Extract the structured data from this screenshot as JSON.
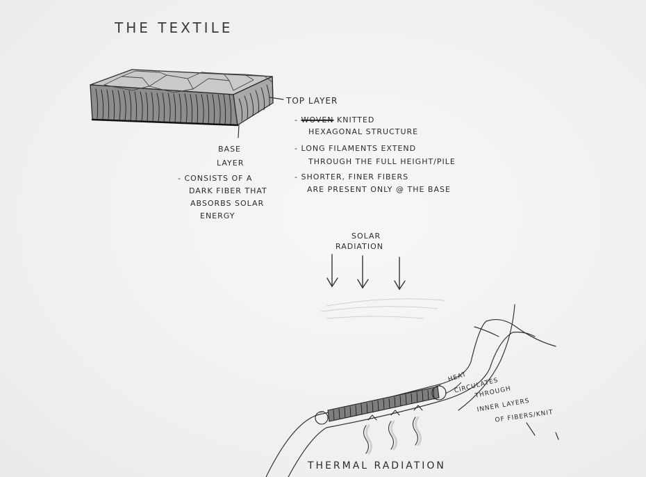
{
  "title": "THE TEXTILE",
  "top_layer": {
    "heading": "TOP LAYER",
    "note1_struck": "WOVEN",
    "note1_a": "- ",
    "note1_b": " KNITTED",
    "note1_c": "HEXAGONAL STRUCTURE",
    "note2_a": "- LONG FILAMENTS EXTEND",
    "note2_b": "THROUGH THE FULL HEIGHT/PILE",
    "note3_a": "- SHORTER, FINER FIBERS",
    "note3_b": "ARE PRESENT ONLY @ THE BASE"
  },
  "base_layer": {
    "heading_a": "BASE",
    "heading_b": "LAYER",
    "note_a": "- CONSISTS OF A",
    "note_b": "DARK FIBER THAT",
    "note_c": "ABSORBS SOLAR",
    "note_d": "ENERGY"
  },
  "solar": {
    "line1": "SOLAR",
    "line2": "RADIATION"
  },
  "heat": {
    "line1": "HEAT",
    "line2": "CIRCULATES",
    "line3": "THROUGH",
    "line4": "INNER LAYERS",
    "line5": "OF FIBERS/KNIT"
  },
  "thermal": "THERMAL RADIATION"
}
